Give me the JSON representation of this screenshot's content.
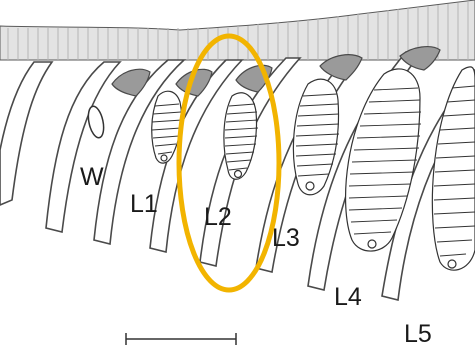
{
  "labels": {
    "w": "W",
    "l1": "L1",
    "l2": "L2",
    "l3": "L3",
    "l4": "L4",
    "l5": "L5"
  },
  "colors": {
    "highlight": "#F2B400",
    "cell_cap": "#9a9a9a",
    "outline": "#4a4a4a",
    "comb_fill": "#e6e6e6"
  },
  "scale_bar": "present",
  "icons": [
    "comb-top-band",
    "larva-segments",
    "highlight-ellipse",
    "scale-bar"
  ]
}
